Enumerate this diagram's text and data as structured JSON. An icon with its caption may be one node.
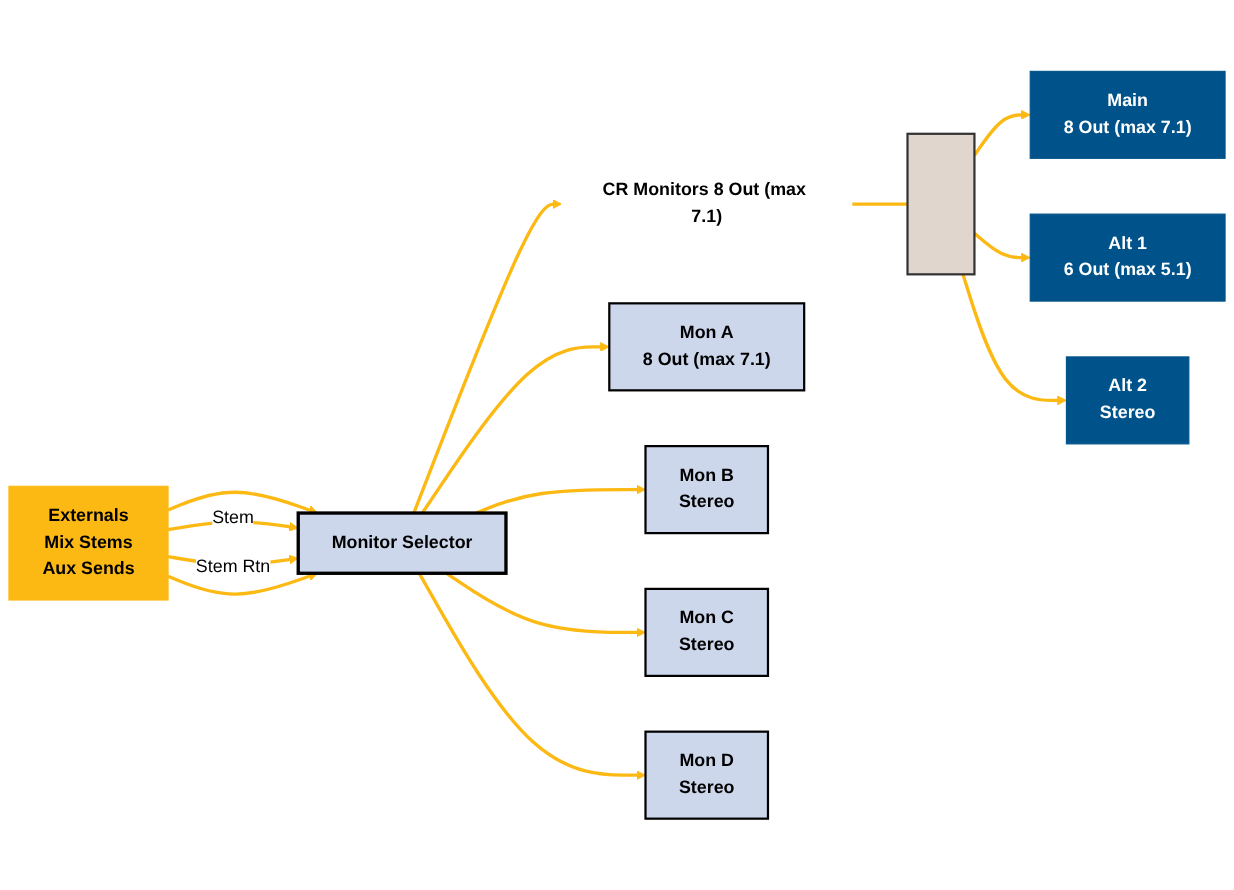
{
  "diagram": {
    "nodes": [
      {
        "text": [
          "Externals",
          "Mix Stems",
          "Aux Sends"
        ]
      },
      {
        "text": [
          "Monitor Selector"
        ]
      },
      {
        "text": [
          "CR Monitors 8 Out (max 7.1)"
        ]
      },
      {
        "text": [],
        "shape": "bar"
      },
      {
        "text": [
          "Main",
          "8 Out (max 7.1)"
        ]
      },
      {
        "text": [
          "Alt 1",
          "6 Out (max 5.1)"
        ]
      },
      {
        "text": [
          "Alt 2",
          "Stereo"
        ]
      },
      {
        "text": [
          "Mon A",
          "8 Out (max 7.1)"
        ]
      },
      {
        "text": [
          "Mon B",
          "Stereo"
        ]
      },
      {
        "text": [
          "Mon C",
          "Stereo"
        ]
      },
      {
        "text": [
          "Mon D",
          "Stereo"
        ]
      }
    ],
    "edges": [
      {
        "from": 0,
        "to": 1,
        "arrow": "to"
      },
      {
        "from": 0,
        "to": 1,
        "arrow": "to",
        "label": "Stem"
      },
      {
        "from": 0,
        "to": 1,
        "arrow": "to",
        "label": "Stem Rtn"
      },
      {
        "from": 0,
        "to": 1,
        "arrow": "to"
      },
      {
        "from": 1,
        "to": 2,
        "arrow": "to"
      },
      {
        "from": 2,
        "to": 3,
        "arrow": "none"
      },
      {
        "from": 3,
        "to": 4,
        "arrow": "to"
      },
      {
        "from": 3,
        "to": 5,
        "arrow": "to"
      },
      {
        "from": 3,
        "to": 6,
        "arrow": "to"
      },
      {
        "from": 1,
        "to": 7,
        "arrow": "to"
      },
      {
        "from": 1,
        "to": 8,
        "arrow": "to"
      },
      {
        "from": 1,
        "to": 9,
        "arrow": "to"
      },
      {
        "from": 1,
        "to": 10,
        "arrow": "to"
      }
    ]
  }
}
